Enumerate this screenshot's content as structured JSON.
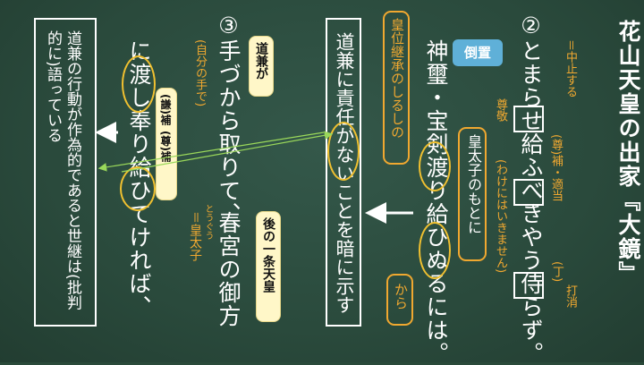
{
  "title": "花山天皇の出家『大鏡』",
  "line2_num": "②",
  "line2_text": "とまらせ給ふべきやう侍らず。",
  "ann_chushi": "＝中止する",
  "ann_son_hojo": "(尊)補・適当",
  "ann_wake": "(わけにはいきません)",
  "ann_tei": "(丁)",
  "ann_uchikeshi": "打消",
  "ann_sonkei": "尊敬",
  "toichi": "倒置",
  "line3_text": "神璽・宝剣渡り給ひぬるには。",
  "box_kotaishi": "皇太子のもとに",
  "box_kara": "から",
  "box_koui": "皇位継承のしるしの",
  "box_mid": "道兼に責任がないことを暗に示す",
  "line_num3": "③",
  "line_te": "手づから取りて、",
  "ann_jibun": "(自分の手で)",
  "box_michikane_ga": "道兼が",
  "line_watashi": "に渡し奉り給ひてければ、",
  "ann_ken_hojo": "(謙)補",
  "ann_son_hojo2": "(尊)補",
  "line_togu": "春宮の御方",
  "ann_togu_read": "とうぐう",
  "ann_kotaishi": "＝皇太子",
  "box_goichijo": "後の一条天皇",
  "box_conclusion": "道兼の行動が作為的であると世継は(批判的に)語っている"
}
